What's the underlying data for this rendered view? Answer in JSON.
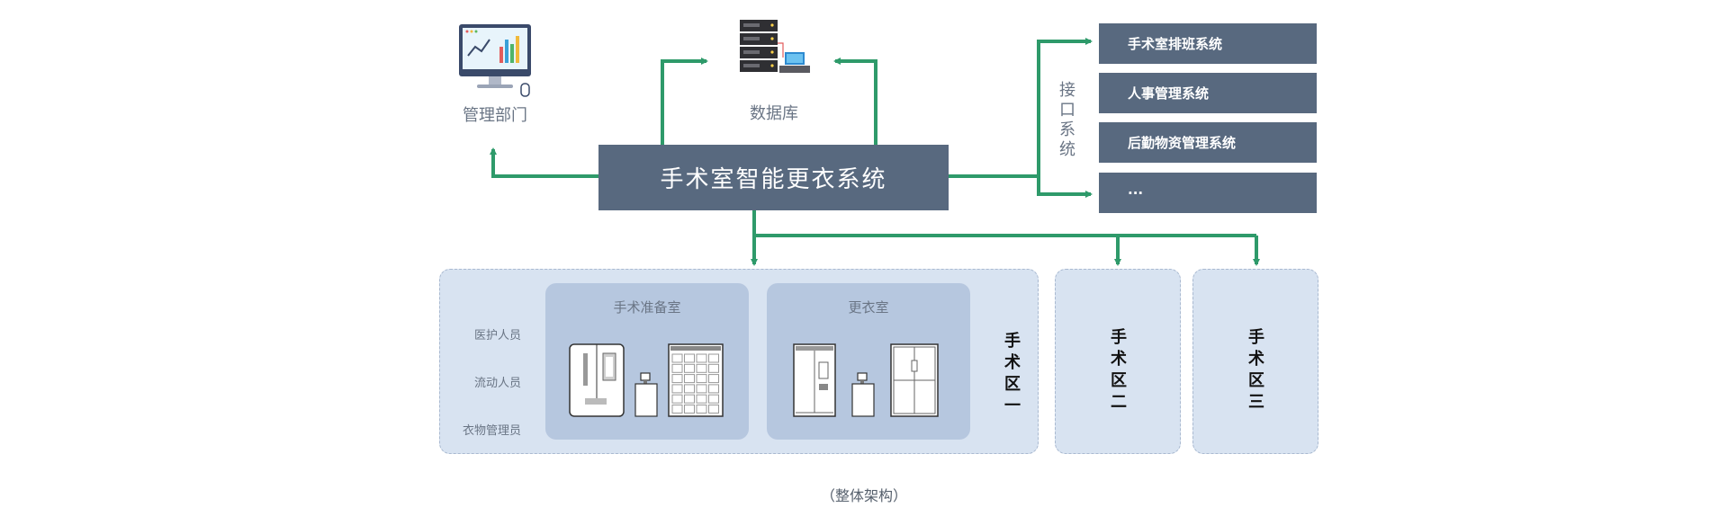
{
  "top_nodes": {
    "management": "管理部门",
    "database": "数据库"
  },
  "core_system": "手术室智能更衣系统",
  "interface": {
    "label_chars": [
      "接",
      "口",
      "系",
      "统"
    ],
    "systems": [
      "手术室排班系统",
      "人事管理系统",
      "后勤物资管理系统",
      "···"
    ]
  },
  "zones": [
    {
      "chars": [
        "手",
        "术",
        "区",
        "一"
      ]
    },
    {
      "chars": [
        "手",
        "术",
        "区",
        "二"
      ]
    },
    {
      "chars": [
        "手",
        "术",
        "区",
        "三"
      ]
    }
  ],
  "rooms": {
    "prep": "手术准备室",
    "changing": "更衣室"
  },
  "roles": [
    "医护人员",
    "流动人员",
    "衣物管理员"
  ],
  "caption": "（整体架构）",
  "colors": {
    "box": "#58697f",
    "arrow": "#2e9a6a",
    "zone_bg": "#d8e3f1",
    "room_bg": "#b6c7df"
  }
}
